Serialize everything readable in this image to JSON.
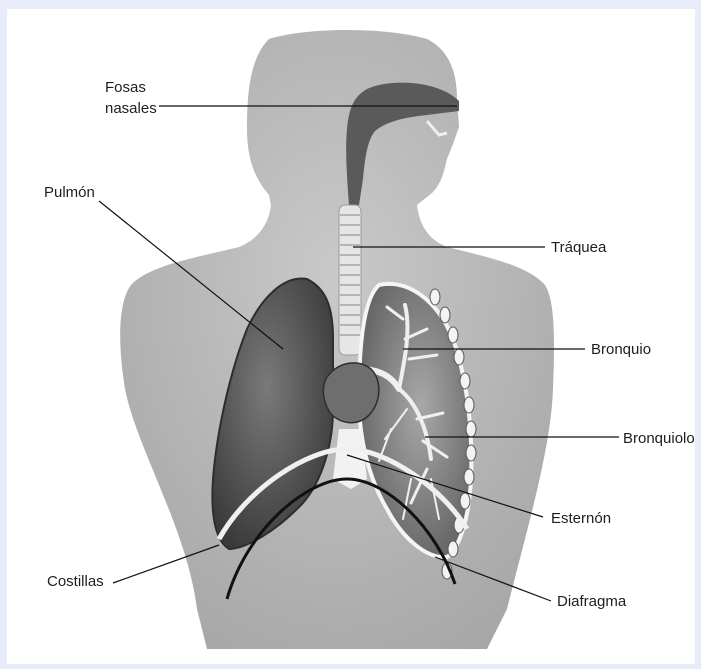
{
  "labels": {
    "fosas_nasales": [
      "Fosas",
      "nasales"
    ],
    "pulmon": "Pulmón",
    "traquea": "Tráquea",
    "bronquio": "Bronquio",
    "bronquiolo": "Bronquiolo",
    "esternon": "Esternón",
    "costillas": "Costillas",
    "diafragma": "Diafragma"
  },
  "colors": {
    "page_background": "#e8ebf8",
    "figure_background": "#ffffff",
    "body_gray": "#b9b9b9",
    "lung_dark": "#4a4a4a",
    "lung_light": "#8a8a8a"
  }
}
